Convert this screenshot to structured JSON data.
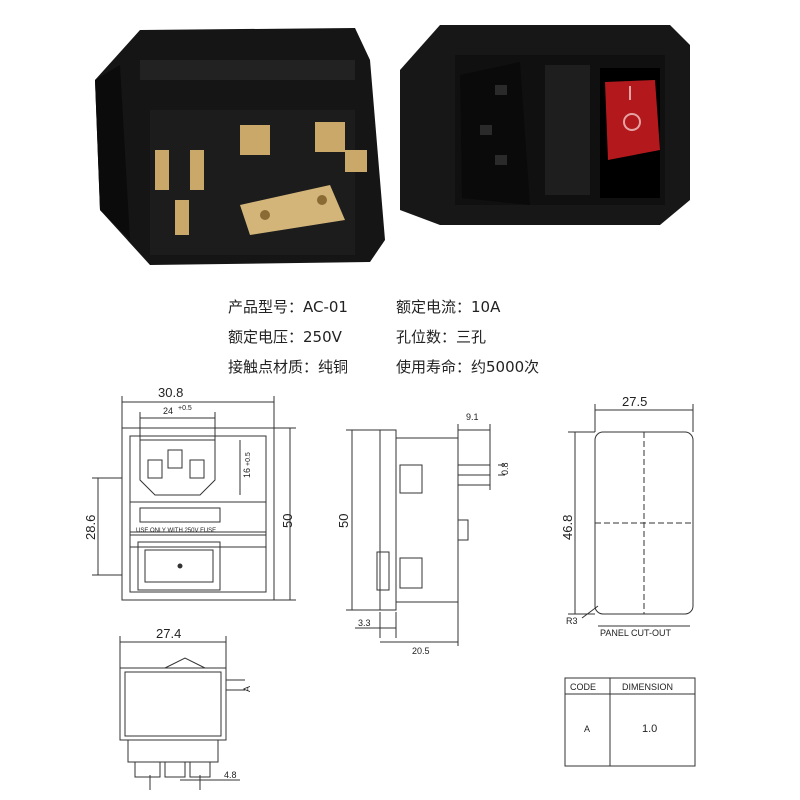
{
  "specs": {
    "model": "产品型号：AC-01",
    "rated_current": "额定电流：10A",
    "rated_voltage": "额定电压：250V",
    "pin_holes": "孔位数：三孔",
    "contact_material": "接触点材质：纯铜",
    "service_life": "使用寿命：约5000次"
  },
  "front_view": {
    "width": "30.8",
    "inner_width": "24",
    "inner_width_tol": "+0.5",
    "socket_height": "16",
    "socket_height_tol": "+0.5",
    "fuse_height": "28.6",
    "total_height": "50",
    "fuse_label": "USE ONLY WITH 250V FUSE"
  },
  "side_view": {
    "depth_top": "9.1",
    "tab_offset": "0.8",
    "height": "50",
    "flange": "3.3",
    "depth_bottom": "20.5"
  },
  "cutout_view": {
    "width": "27.5",
    "height": "46.8",
    "radius": "R3",
    "label": "PANEL CUT-OUT"
  },
  "switch_view": {
    "width": "27.4",
    "dim_a": "A",
    "pin_pitch": "4.8"
  },
  "table": {
    "headers": [
      "CODE",
      "DIMENSION"
    ],
    "rows": [
      [
        "A",
        "1.0"
      ]
    ]
  },
  "colors": {
    "body": "#1a1a1a",
    "switch": "#b3191c",
    "metal": "#c9a86a",
    "line": "#333333"
  }
}
